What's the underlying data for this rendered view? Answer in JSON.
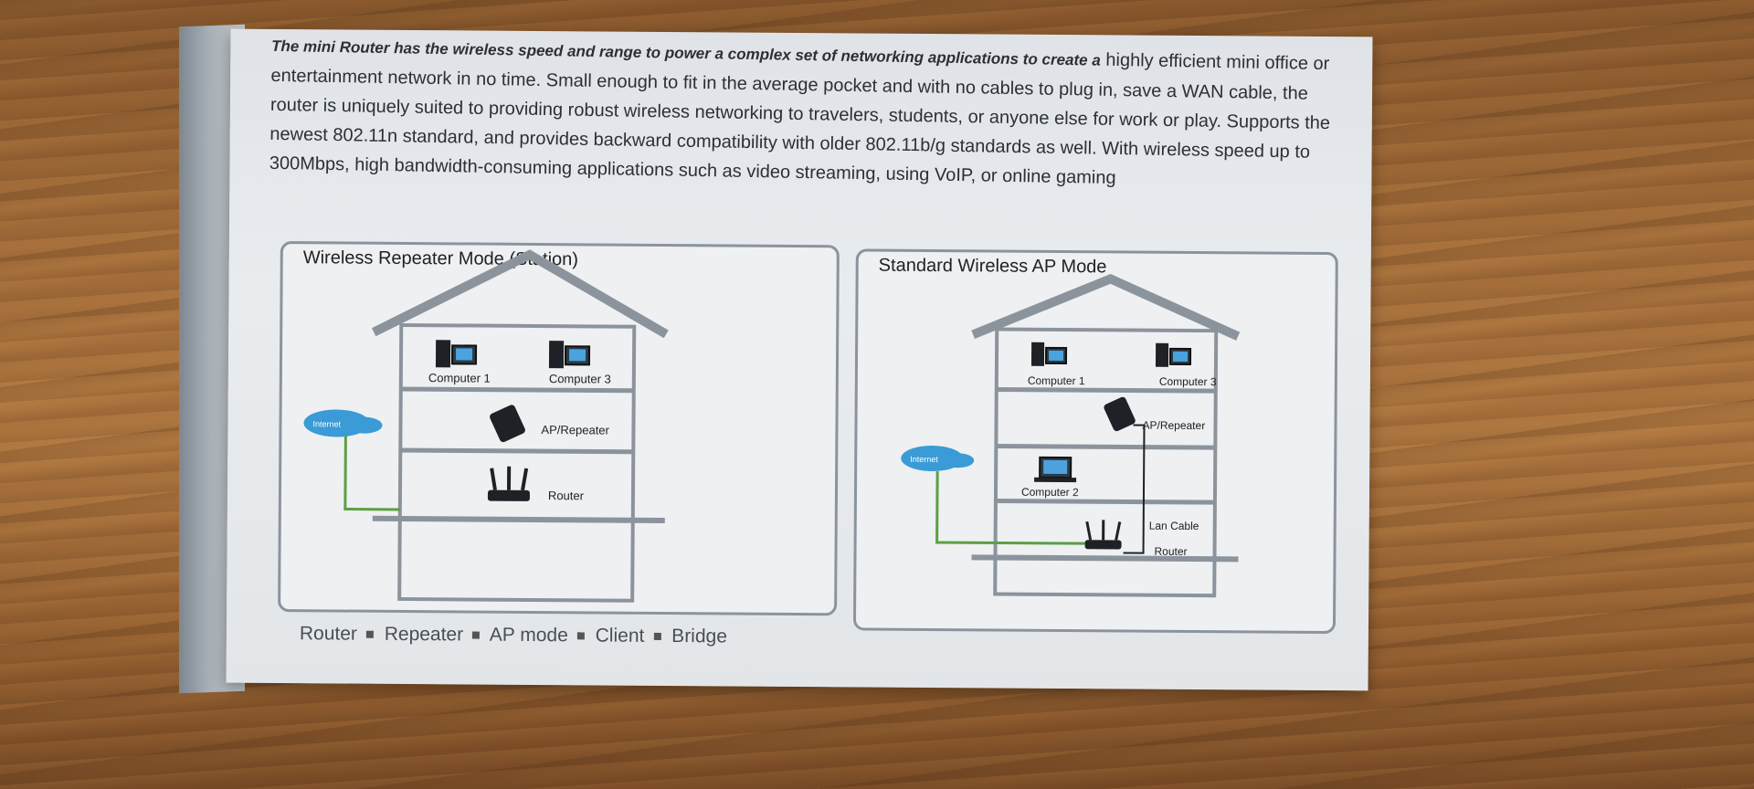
{
  "intro": {
    "lead": "The mini Router has the wireless speed and range to power a complex set of networking applications to create a",
    "body": "highly efficient mini office or entertainment network in no time. Small enough to fit in the average pocket and with no cables to plug in, save a WAN cable, the router is uniquely suited to providing robust wireless networking to travelers, students, or anyone else for work or play. Supports the newest 802.11n standard, and provides backward compatibility with older 802.11b/g standards as well. With wireless speed up to 300Mbps, high bandwidth-consuming applications such as video streaming, using VoIP, or online gaming"
  },
  "left_panel": {
    "title": "Wireless Repeater Mode (Station)",
    "computer1": "Computer 1",
    "computer3": "Computer 3",
    "ap": "AP/Repeater",
    "router": "Router",
    "internet": "Internet"
  },
  "right_panel": {
    "title": "Standard Wireless AP Mode",
    "computer1": "Computer 1",
    "computer3": "Computer 3",
    "ap": "AP/Repeater",
    "computer2": "Computer 2",
    "lan": "Lan Cable",
    "router": "Router",
    "internet": "Internet"
  },
  "modes": [
    "Router",
    "Repeater",
    "AP mode",
    "Client",
    "Bridge"
  ],
  "colors": {
    "cloud": "#3a9bd6",
    "cable": "#5aa043",
    "roof": "#8b949c",
    "device": "#1e2226"
  }
}
